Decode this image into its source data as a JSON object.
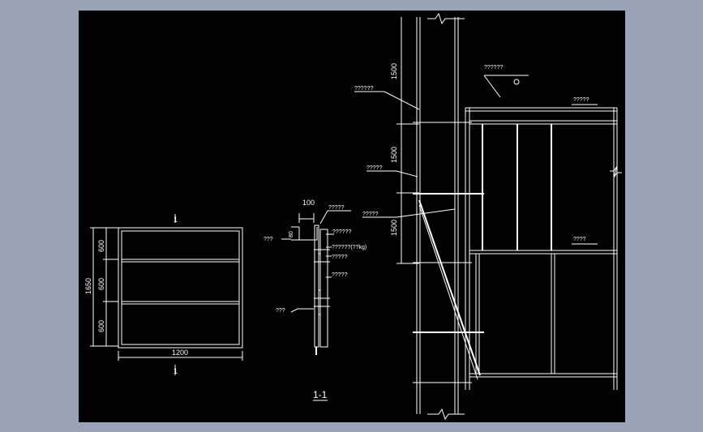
{
  "labels": {
    "panel_section_mark_top": "1",
    "panel_section_mark_bottom": "1",
    "panel_width": "1200",
    "panel_height_total": "1650",
    "panel_rows": [
      "600",
      "600",
      "600"
    ],
    "detail_dim_100": "100",
    "detail_dim_80": "80",
    "detail_callouts": [
      "?????",
      "??????",
      "??????(??kg)",
      "?????",
      "?????"
    ],
    "detail_left_note": "???",
    "section_title": "1-1",
    "elev_dims": [
      "1500",
      "1500",
      "1500"
    ],
    "elev_callouts": [
      "??????",
      "?????",
      "?????"
    ],
    "top_right_note": "??????",
    "floor_label_top": "?????",
    "floor_label_mid": "????"
  },
  "colors": {
    "background": "#9aa3b8",
    "drawing_bg": "#000000",
    "line": "#ffffff"
  }
}
